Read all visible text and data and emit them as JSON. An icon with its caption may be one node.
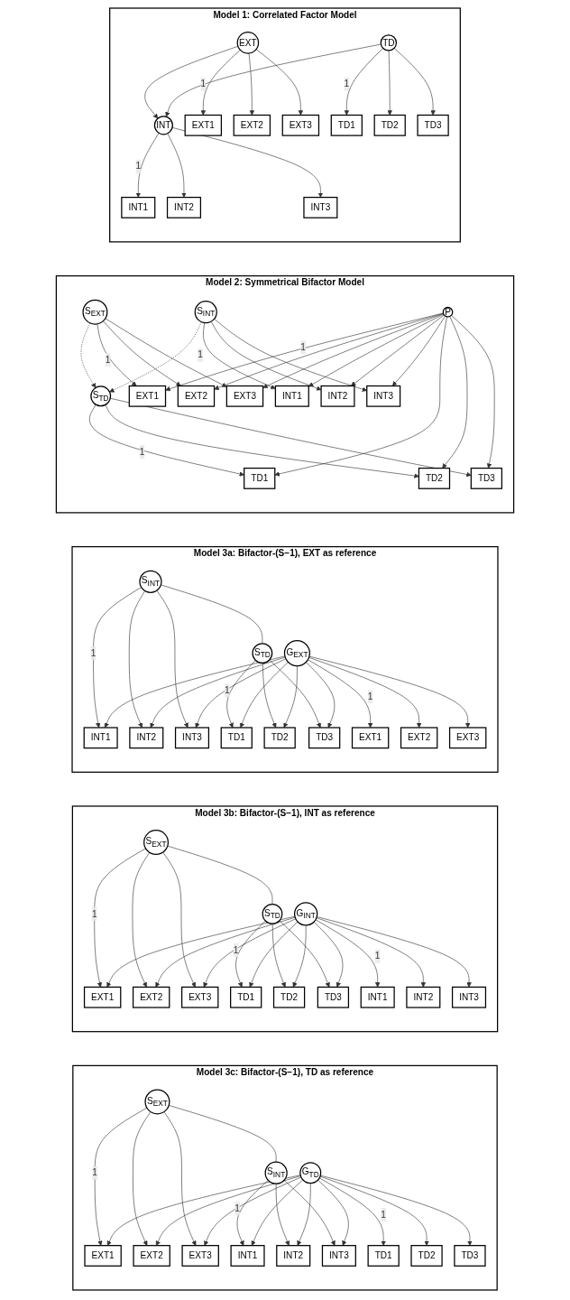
{
  "diagram": {
    "nodes": [
      {
        "text": [
          "Model 1: Correlated Factor Model"
        ]
      },
      {
        "text": [
          "EXT"
        ],
        "in": 0
      },
      {
        "text": [
          "INT"
        ],
        "in": 0
      },
      {
        "text": [
          "TD"
        ],
        "in": 0
      },
      {
        "text": [
          "EXT1"
        ],
        "in": 0
      },
      {
        "text": [
          "EXT2"
        ],
        "in": 0
      },
      {
        "text": [
          "EXT3"
        ],
        "in": 0
      },
      {
        "text": [
          "INT1"
        ],
        "in": 0
      },
      {
        "text": [
          "INT2"
        ],
        "in": 0
      },
      {
        "text": [
          "INT3"
        ],
        "in": 0
      },
      {
        "text": [
          "TD1"
        ],
        "in": 0
      },
      {
        "text": [
          "TD2"
        ],
        "in": 0
      },
      {
        "text": [
          "TD3"
        ],
        "in": 0
      },
      {
        "text": [
          "Model 2: Symmetrical Bifactor Model"
        ]
      },
      {
        "text": [
          "S$_{EXT}$"
        ],
        "in": 13
      },
      {
        "text": [
          "S$_{INT}$"
        ],
        "in": 13
      },
      {
        "text": [
          "S$_{TD}$"
        ],
        "in": 13
      },
      {
        "text": [
          "EXT1"
        ],
        "in": 13
      },
      {
        "text": [
          "EXT2"
        ],
        "in": 13
      },
      {
        "text": [
          "EXT3"
        ],
        "in": 13
      },
      {
        "text": [
          "INT1"
        ],
        "in": 13
      },
      {
        "text": [
          "INT2"
        ],
        "in": 13
      },
      {
        "text": [
          "INT3"
        ],
        "in": 13
      },
      {
        "text": [
          "TD1"
        ],
        "in": 13
      },
      {
        "text": [
          "TD2"
        ],
        "in": 13
      },
      {
        "text": [
          "TD3"
        ],
        "in": 13
      },
      {
        "text": [
          "P"
        ],
        "in": 13
      },
      {
        "text": [
          "Model 3a: Bifactor-(S−1), EXT as reference"
        ]
      },
      {
        "text": [
          "S$_{INT}$"
        ],
        "in": 27
      },
      {
        "text": [
          "S$_{TD}$"
        ],
        "in": 27
      },
      {
        "text": [
          "EXT1"
        ],
        "in": 27
      },
      {
        "text": [
          "EXT2"
        ],
        "in": 27
      },
      {
        "text": [
          "EXT3"
        ],
        "in": 27
      },
      {
        "text": [
          "INT1"
        ],
        "in": 27
      },
      {
        "text": [
          "INT2"
        ],
        "in": 27
      },
      {
        "text": [
          "INT3"
        ],
        "in": 27
      },
      {
        "text": [
          "TD1"
        ],
        "in": 27
      },
      {
        "text": [
          "TD2"
        ],
        "in": 27
      },
      {
        "text": [
          "TD3"
        ],
        "in": 27
      },
      {
        "text": [
          "G$_{EXT}$"
        ],
        "in": 27
      },
      {
        "text": [
          "Model 3b: Bifactor-(S−1), INT as reference"
        ]
      },
      {
        "text": [
          "S$_{EXT}$"
        ],
        "in": 40
      },
      {
        "text": [
          "S$_{TD}$"
        ],
        "in": 40
      },
      {
        "text": [
          "EXT1"
        ],
        "in": 40
      },
      {
        "text": [
          "EXT2"
        ],
        "in": 40
      },
      {
        "text": [
          "EXT3"
        ],
        "in": 40
      },
      {
        "text": [
          "INT1"
        ],
        "in": 40
      },
      {
        "text": [
          "INT2"
        ],
        "in": 40
      },
      {
        "text": [
          "INT3"
        ],
        "in": 40
      },
      {
        "text": [
          "TD1"
        ],
        "in": 40
      },
      {
        "text": [
          "TD2"
        ],
        "in": 40
      },
      {
        "text": [
          "TD3"
        ],
        "in": 40
      },
      {
        "text": [
          "G$_{INT}$"
        ],
        "in": 40
      },
      {
        "text": [
          "Model 3c: Bifactor-(S−1), TD as reference"
        ]
      },
      {
        "text": [
          "S$_{EXT}$"
        ],
        "in": 53
      },
      {
        "text": [
          "S$_{INT}$"
        ],
        "in": 53
      },
      {
        "text": [
          "EXT1"
        ],
        "in": 53
      },
      {
        "text": [
          "EXT2"
        ],
        "in": 53
      },
      {
        "text": [
          "EXT3"
        ],
        "in": 53
      },
      {
        "text": [
          "INT1"
        ],
        "in": 53
      },
      {
        "text": [
          "INT2"
        ],
        "in": 53
      },
      {
        "text": [
          "INT3"
        ],
        "in": 53
      },
      {
        "text": [
          "TD1"
        ],
        "in": 53
      },
      {
        "text": [
          "TD2"
        ],
        "in": 53
      },
      {
        "text": [
          "TD3"
        ],
        "in": 53
      },
      {
        "text": [
          "G$_{TD}$"
        ],
        "in": 53
      }
    ],
    "edges": [
      {
        "from": 1,
        "to": 2,
        "arrow": "to"
      },
      {
        "from": 3,
        "to": 2,
        "arrow": "to"
      },
      {
        "from": 1,
        "to": 4,
        "arrow": "to",
        "label": "1"
      },
      {
        "from": 1,
        "to": 5,
        "arrow": "to"
      },
      {
        "from": 1,
        "to": 6,
        "arrow": "to"
      },
      {
        "from": 2,
        "to": 7,
        "arrow": "to",
        "label": "1"
      },
      {
        "from": 2,
        "to": 8,
        "arrow": "to"
      },
      {
        "from": 2,
        "to": 9,
        "arrow": "to"
      },
      {
        "from": 3,
        "to": 10,
        "arrow": "to",
        "label": "1"
      },
      {
        "from": 3,
        "to": 11,
        "arrow": "to"
      },
      {
        "from": 3,
        "to": 12,
        "arrow": "to"
      },
      {
        "from": 14,
        "to": 16,
        "arrow": "to",
        "style": "dashed"
      },
      {
        "from": 15,
        "to": 16,
        "arrow": "to",
        "style": "dashed"
      },
      {
        "from": 14,
        "to": 17,
        "arrow": "to",
        "label": "1"
      },
      {
        "from": 14,
        "to": 18,
        "arrow": "to"
      },
      {
        "from": 14,
        "to": 19,
        "arrow": "to"
      },
      {
        "from": 15,
        "to": 20,
        "arrow": "to",
        "label": "1"
      },
      {
        "from": 15,
        "to": 21,
        "arrow": "to"
      },
      {
        "from": 15,
        "to": 22,
        "arrow": "to"
      },
      {
        "from": 16,
        "to": 23,
        "arrow": "to",
        "label": "1"
      },
      {
        "from": 16,
        "to": 24,
        "arrow": "to"
      },
      {
        "from": 16,
        "to": 25,
        "arrow": "to"
      },
      {
        "from": 26,
        "to": 17,
        "arrow": "to",
        "label": "1"
      },
      {
        "from": 26,
        "to": 18,
        "arrow": "to"
      },
      {
        "from": 26,
        "to": 19,
        "arrow": "to"
      },
      {
        "from": 26,
        "to": 20,
        "arrow": "to"
      },
      {
        "from": 26,
        "to": 21,
        "arrow": "to"
      },
      {
        "from": 26,
        "to": 22,
        "arrow": "to"
      },
      {
        "from": 26,
        "to": 23,
        "arrow": "to"
      },
      {
        "from": 26,
        "to": 24,
        "arrow": "to"
      },
      {
        "from": 26,
        "to": 25,
        "arrow": "to"
      },
      {
        "from": 28,
        "to": 29,
        "arrow": "none"
      },
      {
        "from": 28,
        "to": 33,
        "arrow": "to",
        "label": "1"
      },
      {
        "from": 28,
        "to": 34,
        "arrow": "to"
      },
      {
        "from": 28,
        "to": 35,
        "arrow": "to"
      },
      {
        "from": 29,
        "to": 36,
        "arrow": "to",
        "label": "1"
      },
      {
        "from": 29,
        "to": 37,
        "arrow": "to"
      },
      {
        "from": 29,
        "to": 38,
        "arrow": "to"
      },
      {
        "from": 39,
        "to": 30,
        "arrow": "to",
        "label": "1"
      },
      {
        "from": 39,
        "to": 31,
        "arrow": "to"
      },
      {
        "from": 39,
        "to": 32,
        "arrow": "to"
      },
      {
        "from": 39,
        "to": 33,
        "arrow": "to"
      },
      {
        "from": 39,
        "to": 34,
        "arrow": "to"
      },
      {
        "from": 39,
        "to": 35,
        "arrow": "to"
      },
      {
        "from": 39,
        "to": 36,
        "arrow": "to"
      },
      {
        "from": 39,
        "to": 37,
        "arrow": "to"
      },
      {
        "from": 39,
        "to": 38,
        "arrow": "to"
      },
      {
        "from": 41,
        "to": 42,
        "arrow": "none"
      },
      {
        "from": 41,
        "to": 43,
        "arrow": "to",
        "label": "1"
      },
      {
        "from": 41,
        "to": 44,
        "arrow": "to"
      },
      {
        "from": 41,
        "to": 45,
        "arrow": "to"
      },
      {
        "from": 42,
        "to": 49,
        "arrow": "to",
        "label": "1"
      },
      {
        "from": 42,
        "to": 50,
        "arrow": "to"
      },
      {
        "from": 42,
        "to": 51,
        "arrow": "to"
      },
      {
        "from": 52,
        "to": 43,
        "arrow": "to"
      },
      {
        "from": 52,
        "to": 44,
        "arrow": "to"
      },
      {
        "from": 52,
        "to": 45,
        "arrow": "to"
      },
      {
        "from": 52,
        "to": 46,
        "arrow": "to",
        "label": "1"
      },
      {
        "from": 52,
        "to": 47,
        "arrow": "to"
      },
      {
        "from": 52,
        "to": 48,
        "arrow": "to"
      },
      {
        "from": 52,
        "to": 49,
        "arrow": "to"
      },
      {
        "from": 52,
        "to": 50,
        "arrow": "to"
      },
      {
        "from": 52,
        "to": 51,
        "arrow": "to"
      },
      {
        "from": 54,
        "to": 55,
        "arrow": "none"
      },
      {
        "from": 54,
        "to": 56,
        "arrow": "to",
        "label": "1"
      },
      {
        "from": 54,
        "to": 57,
        "arrow": "to"
      },
      {
        "from": 54,
        "to": 58,
        "arrow": "to"
      },
      {
        "from": 55,
        "to": 59,
        "arrow": "to",
        "label": "1"
      },
      {
        "from": 55,
        "to": 60,
        "arrow": "to"
      },
      {
        "from": 55,
        "to": 61,
        "arrow": "to"
      },
      {
        "from": 65,
        "to": 56,
        "arrow": "to"
      },
      {
        "from": 65,
        "to": 57,
        "arrow": "to"
      },
      {
        "from": 65,
        "to": 58,
        "arrow": "to"
      },
      {
        "from": 65,
        "to": 59,
        "arrow": "to"
      },
      {
        "from": 65,
        "to": 60,
        "arrow": "to"
      },
      {
        "from": 65,
        "to": 61,
        "arrow": "to"
      },
      {
        "from": 65,
        "to": 62,
        "arrow": "to",
        "label": "1"
      },
      {
        "from": 65,
        "to": 63,
        "arrow": "to"
      },
      {
        "from": 65,
        "to": 64,
        "arrow": "to"
      }
    ]
  }
}
